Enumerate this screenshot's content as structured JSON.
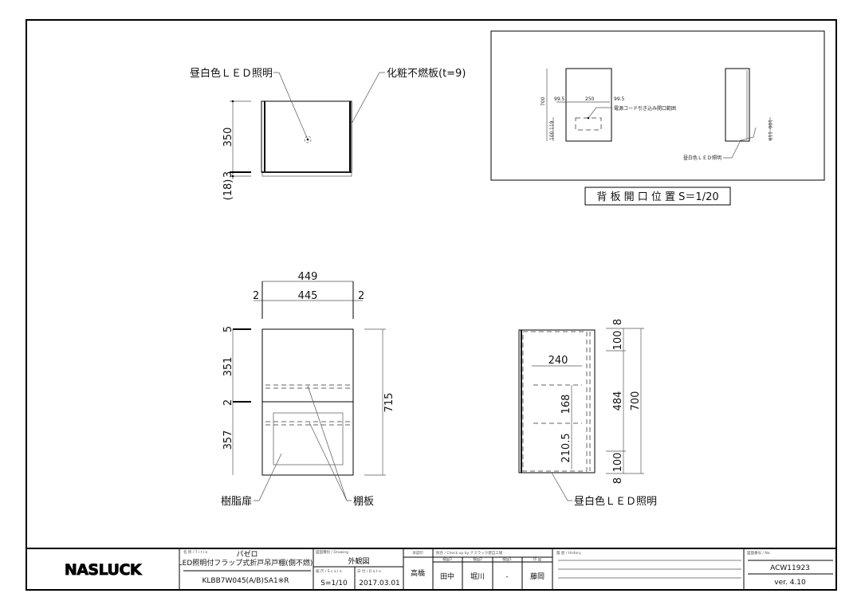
{
  "top_view": {
    "led_label": "昼白色ＬＥＤ照明",
    "panel_label": "化粧不燃板(t=9)",
    "dim_350": "350",
    "dim_3": "3",
    "dim_18": "(18)"
  },
  "inset": {
    "caption": "背 板 開 口 位 置 S＝1/20",
    "dim_700": "700",
    "dim_99_5_left": "99.5",
    "dim_250": "250",
    "dim_99_5_right": "99.5",
    "dim_119": "119",
    "dim_100": "100",
    "cord_label": "電源コード引き込み開口範囲",
    "side_dim_119": "119",
    "side_dim_100": "100",
    "led_label": "昼白色ＬＥＤ照明"
  },
  "front_view": {
    "dim_449": "449",
    "dim_445": "445",
    "dim_2_left": "2",
    "dim_2_right": "2",
    "dim_5": "5",
    "dim_351": "351",
    "dim_2_mid": "2",
    "dim_357": "357",
    "dim_715": "715",
    "door_label": "樹脂扉",
    "shelf_label": "棚板"
  },
  "side_view": {
    "dim_240": "240",
    "dim_168": "168",
    "dim_210_5": "210.5",
    "dim_8_top": "8",
    "dim_100_top": "100",
    "dim_484": "484",
    "dim_100_bottom": "100",
    "dim_8_bottom": "8",
    "dim_700": "700",
    "led_label": "昼白色ＬＥＤ照明"
  },
  "title_block": {
    "logo": "NASLUCK",
    "title_caption": "名 称 / T i t l e",
    "product_name": "パゼロ",
    "product_desc": "LED照明付フラップ式折戸吊戸棚(側不燃)",
    "model": "KLBB7W045(A/B)SA1※R",
    "drawing_caption": "図面種別 / Drawing",
    "drawing_type": "外観図",
    "scale_caption": "縮 尺 / S c a l e",
    "scale": "S=1/10",
    "date_caption": "日 付 / D a t e",
    "date": "2017.03.01",
    "approver_caption": "承認印",
    "approver": "高橋",
    "check_caption": "照合 / Check up by ナスラック建自工場",
    "checkers": [
      {
        "role": "検図3",
        "name": "田中"
      },
      {
        "role": "検図2",
        "name": "堀川"
      },
      {
        "role": "検図1",
        "name": "-"
      },
      {
        "role": "作 図",
        "name": "藤岡"
      }
    ],
    "history_caption": "履 歴 / History",
    "number_caption": "図面番号 / No.",
    "number": "ACW11923",
    "version": "ver. 4.10"
  }
}
